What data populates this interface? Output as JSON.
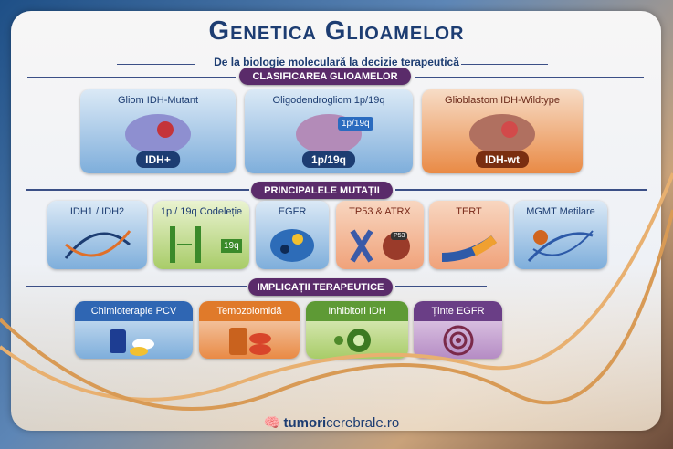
{
  "header": {
    "title": "Genetica Glioamelor",
    "subtitle": "De la biologie moleculară la decizie terapeutică"
  },
  "sections": {
    "classification": "CLASIFICAREA GLIOAMELOR",
    "mutations": "PRINCIPALELE MUTAȚII",
    "therapy": "IMPLICAȚII TERAPEUTICE"
  },
  "classification": [
    {
      "label": "Gliom IDH-Mutant",
      "badge": "IDH+"
    },
    {
      "label": "Oligodendrogliom 1p/19q",
      "badge": "1p/19q",
      "tag": "1p/19q"
    },
    {
      "label": "Glioblastom IDH-Wildtype",
      "badge": "IDH-wt"
    }
  ],
  "mutations": [
    {
      "label": "IDH1 / IDH2"
    },
    {
      "label": "1p / 19q Codeleție",
      "tag": "19q"
    },
    {
      "label": "EGFR"
    },
    {
      "label": "TP53 & ATRX",
      "tag": "P53"
    },
    {
      "label": "TERT"
    },
    {
      "label": "MGMT Metilare"
    }
  ],
  "therapy": [
    {
      "label": "Chimioterapie PCV",
      "color": "#2f66b3"
    },
    {
      "label": "Temozolomidă",
      "color": "#e07a2a"
    },
    {
      "label": "Inhibitori IDH",
      "color": "#5e9a35"
    },
    {
      "label": "Ținte EGFR",
      "color": "#6a3e86"
    }
  ],
  "footer": {
    "brand_bold": "tumori",
    "brand_rest": "cerebrale.ro"
  }
}
